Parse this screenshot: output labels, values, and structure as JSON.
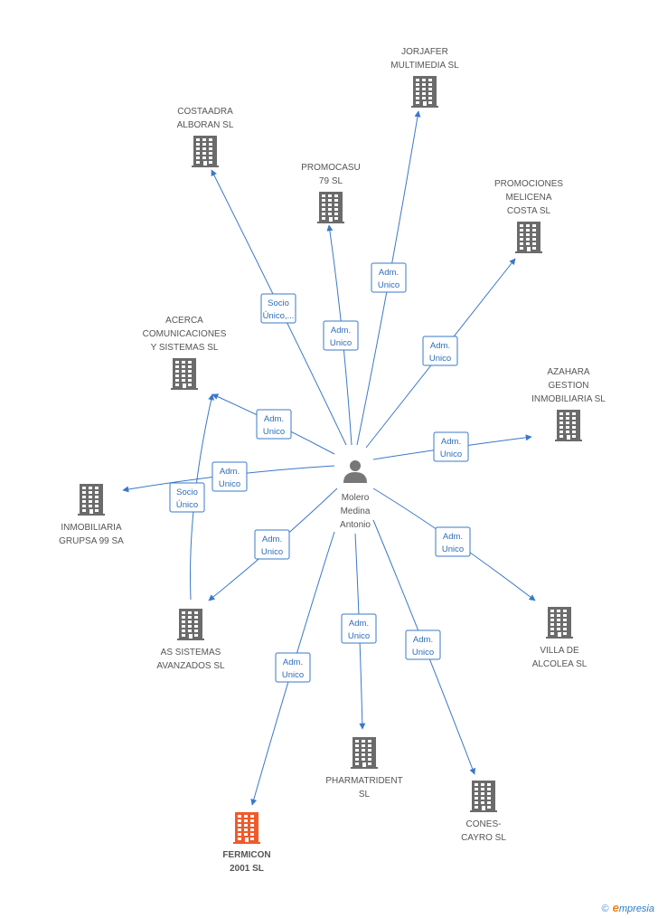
{
  "center": {
    "label_lines": [
      "Molero",
      "Medina",
      "Antonio"
    ],
    "icon": "person-icon"
  },
  "companies": [
    {
      "id": "jorjafer",
      "lines": [
        "JORJAFER",
        "MULTIMEDIA SL"
      ],
      "highlight": false
    },
    {
      "id": "costaadra",
      "lines": [
        "COSTAADRA",
        "ALBORAN SL"
      ],
      "highlight": false
    },
    {
      "id": "promocasu",
      "lines": [
        "PROMOCASU",
        "79 SL"
      ],
      "highlight": false
    },
    {
      "id": "promociones-melicena",
      "lines": [
        "PROMOCIONES",
        "MELICENA",
        "COSTA SL"
      ],
      "highlight": false
    },
    {
      "id": "acerca",
      "lines": [
        "ACERCA",
        "COMUNICACIONES",
        "Y SISTEMAS SL"
      ],
      "highlight": false
    },
    {
      "id": "azahara",
      "lines": [
        "AZAHARA",
        "GESTION",
        "INMOBILIARIA SL"
      ],
      "highlight": false
    },
    {
      "id": "grupsa",
      "lines": [
        "INMOBILIARIA",
        "GRUPSA 99 SA"
      ],
      "highlight": false
    },
    {
      "id": "as-sistemas",
      "lines": [
        "AS SISTEMAS",
        "AVANZADOS SL"
      ],
      "highlight": false
    },
    {
      "id": "villa-alcolea",
      "lines": [
        "VILLA DE",
        "ALCOLEA SL"
      ],
      "highlight": false
    },
    {
      "id": "pharmatrident",
      "lines": [
        "PHARMATRIDENT",
        "SL"
      ],
      "highlight": false
    },
    {
      "id": "cones-cayro",
      "lines": [
        "CONES-",
        "CAYRO SL"
      ],
      "highlight": false
    },
    {
      "id": "fermicon",
      "lines": [
        "FERMICON",
        "2001 SL"
      ],
      "highlight": true
    }
  ],
  "edges": [
    {
      "from": "center",
      "to": "jorjafer",
      "label": [
        "Adm.",
        "Unico"
      ]
    },
    {
      "from": "center",
      "to": "costaadra",
      "label": [
        "Socio",
        "Único,..."
      ]
    },
    {
      "from": "center",
      "to": "promocasu",
      "label": [
        "Adm.",
        "Unico"
      ]
    },
    {
      "from": "center",
      "to": "promociones-melicena",
      "label": [
        "Adm.",
        "Unico"
      ]
    },
    {
      "from": "center",
      "to": "acerca",
      "label": [
        "Adm.",
        "Unico"
      ]
    },
    {
      "from": "center",
      "to": "azahara",
      "label": [
        "Adm.",
        "Unico"
      ]
    },
    {
      "from": "center",
      "to": "grupsa",
      "label": [
        "Adm.",
        "Unico"
      ]
    },
    {
      "from": "center",
      "to": "as-sistemas",
      "label": [
        "Adm.",
        "Unico"
      ]
    },
    {
      "from": "as-sistemas",
      "to": "acerca",
      "label": [
        "Socio",
        "Único"
      ]
    },
    {
      "from": "center",
      "to": "villa-alcolea",
      "label": [
        "Adm.",
        "Unico"
      ]
    },
    {
      "from": "center",
      "to": "pharmatrident",
      "label": [
        "Adm.",
        "Unico"
      ]
    },
    {
      "from": "center",
      "to": "cones-cayro",
      "label": [
        "Adm.",
        "Unico"
      ]
    },
    {
      "from": "center",
      "to": "fermicon",
      "label": [
        "Adm.",
        "Unico"
      ]
    }
  ],
  "colors": {
    "edge": "#3a78c8",
    "building": "#6b6b6b",
    "building_highlight": "#f05a2a",
    "person": "#777777"
  },
  "footer": {
    "copyright": "©",
    "brand_initial": "e",
    "brand_rest": "mpresia"
  }
}
